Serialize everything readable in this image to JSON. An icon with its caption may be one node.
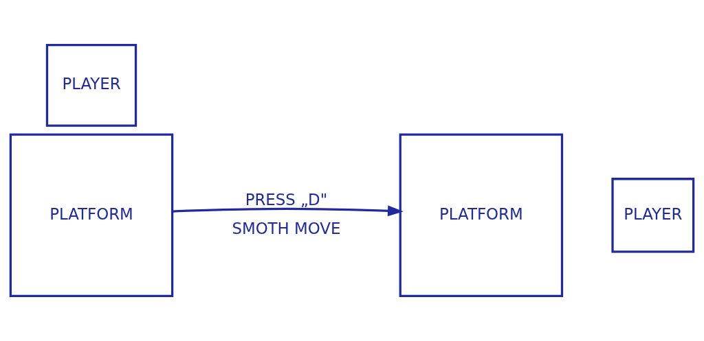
{
  "diagram": {
    "nodes": [
      {
        "text": [
          "PLAYER"
        ]
      },
      {
        "text": [
          "PLATFORM"
        ]
      },
      {
        "text": [
          "PLATFORM"
        ]
      },
      {
        "text": [
          "PLAYER"
        ]
      }
    ],
    "edges": [
      {
        "from": 1,
        "to": 2,
        "arrow": "to",
        "label": "PRESS „D\""
      }
    ],
    "labels": [
      "SMOTH MOVE"
    ]
  }
}
